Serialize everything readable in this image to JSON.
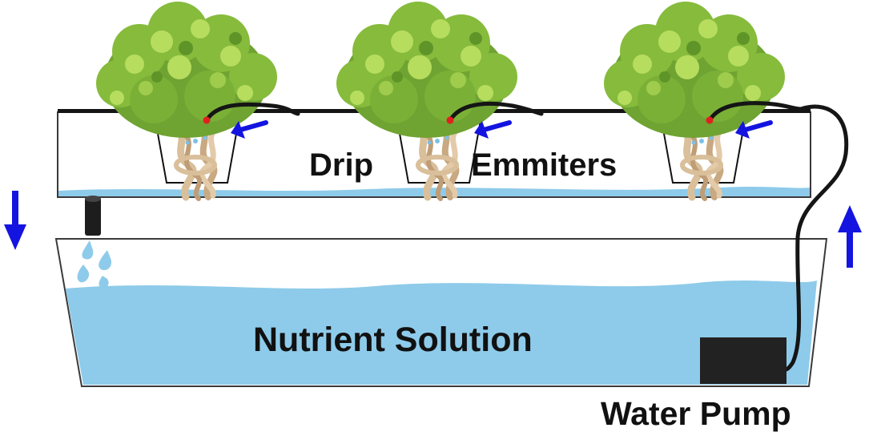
{
  "labels": {
    "drip": "Drip",
    "emitters": "Emmiters",
    "nutrient_solution": "Nutrient Solution",
    "water_pump": "Water Pump"
  },
  "plants": [
    {
      "id": "plant-1"
    },
    {
      "id": "plant-2"
    },
    {
      "id": "plant-3"
    }
  ],
  "colors": {
    "water": "#8ecbea",
    "water_deep": "#7cc0e6",
    "arrow": "#1414e0",
    "tube": "#151515",
    "pump": "#222222",
    "lettuce_dark": "#6fa332",
    "lettuce_mid": "#86bb3c",
    "lettuce_light": "#b7dd5e",
    "roots": "#d9bf9a",
    "emitter_dot": "#e02020"
  }
}
